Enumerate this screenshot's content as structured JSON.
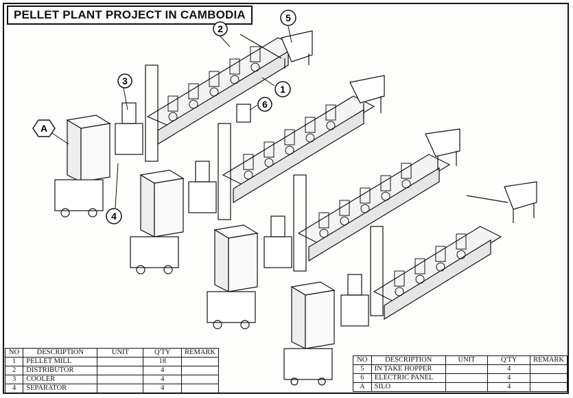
{
  "title": "PELLET PLANT PROJECT IN CAMBODIA",
  "callouts": [
    "A",
    "2",
    "3",
    "4",
    "1",
    "5",
    "6"
  ],
  "legend_left": {
    "headers": [
      "NO",
      "DESCRIPTION",
      "UNIT",
      "Q'TY",
      "REMARK"
    ],
    "rows": [
      {
        "no": "1",
        "description": "PELLET MILL",
        "unit": "",
        "qty": "18",
        "remark": ""
      },
      {
        "no": "2",
        "description": "DISTRIBUTOR",
        "unit": "",
        "qty": "4",
        "remark": ""
      },
      {
        "no": "3",
        "description": "COOLER",
        "unit": "",
        "qty": "4",
        "remark": ""
      },
      {
        "no": "4",
        "description": "SEPARATOR",
        "unit": "",
        "qty": "4",
        "remark": ""
      }
    ]
  },
  "legend_right": {
    "headers": [
      "NO",
      "DESCRIPTION",
      "UNIT",
      "Q'TY",
      "REMARK"
    ],
    "rows": [
      {
        "no": "5",
        "description": "IN TAKE HOPPER",
        "unit": "",
        "qty": "4",
        "remark": ""
      },
      {
        "no": "6",
        "description": "ELECTRIC PANEL",
        "unit": "",
        "qty": "4",
        "remark": ""
      },
      {
        "no": "A",
        "description": "SILO",
        "unit": "",
        "qty": "4",
        "remark": ""
      }
    ]
  }
}
